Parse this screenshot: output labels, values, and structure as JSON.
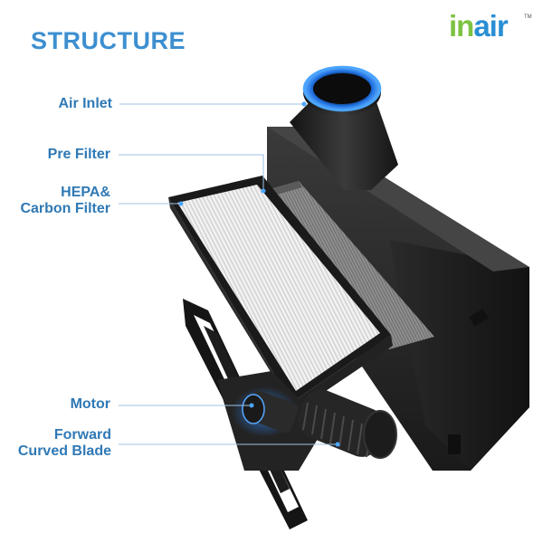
{
  "header": {
    "title": "STRUCTURE",
    "logo": {
      "part1": "in",
      "part2": "air",
      "trademark": "TM"
    }
  },
  "labels": {
    "air_inlet": "Air Inlet",
    "pre_filter": "Pre Filter",
    "hepa_line1": "HEPA&",
    "hepa_line2": "Carbon Filter",
    "motor": "Motor",
    "blade_line1": "Forward",
    "blade_line2": "Curved Blade"
  },
  "colors": {
    "title": "#3d8fd0",
    "label": "#2f79b5",
    "logo_in": "#7cc243",
    "logo_air": "#2a8fd4",
    "housing": "#1c1c1c",
    "inlet_ring": "#2f8dff"
  }
}
